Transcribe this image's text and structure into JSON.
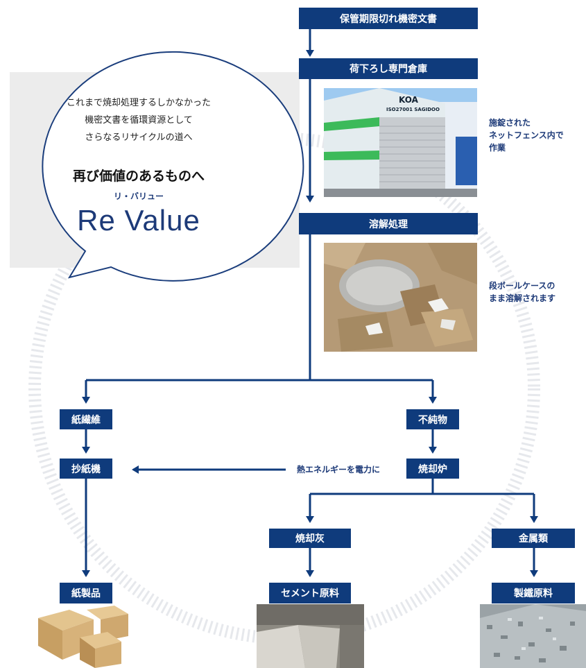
{
  "intro": {
    "line1": "これまで焼却処理するしかなかった",
    "line2": "機密文書を循環資源として",
    "line3": "さらなるリサイクルの道へ",
    "headline": "再び価値のあるものへ",
    "ruby": "リ・バリュー",
    "brand": "Re Value"
  },
  "flow": {
    "top_box": "保管期限切れ機密文書",
    "warehouse_box": "荷下ろし専門倉庫",
    "warehouse_note_1": "施錠された",
    "warehouse_note_2": "ネットフェンス内で",
    "warehouse_note_3": "作業",
    "warehouse_sign_1": "KOA",
    "warehouse_sign_2": "ISO27001 SAGIDOO",
    "dissolve_box": "溶解処理",
    "dissolve_note_1": "段ボールケースの",
    "dissolve_note_2": "まま溶解されます",
    "fiber_box": "紙繊維",
    "impurity_box": "不純物",
    "papermaking_box": "抄紙機",
    "incinerator_box": "焼却炉",
    "energy_label": "熱エネルギーを電力に",
    "ash_box": "焼却灰",
    "metal_box": "金属類",
    "paper_product_box": "紙製品",
    "cement_box": "セメント原料",
    "steel_box": "製鐵原料"
  },
  "colors": {
    "navy": "#0f3b7c",
    "panel": "#ececec"
  }
}
